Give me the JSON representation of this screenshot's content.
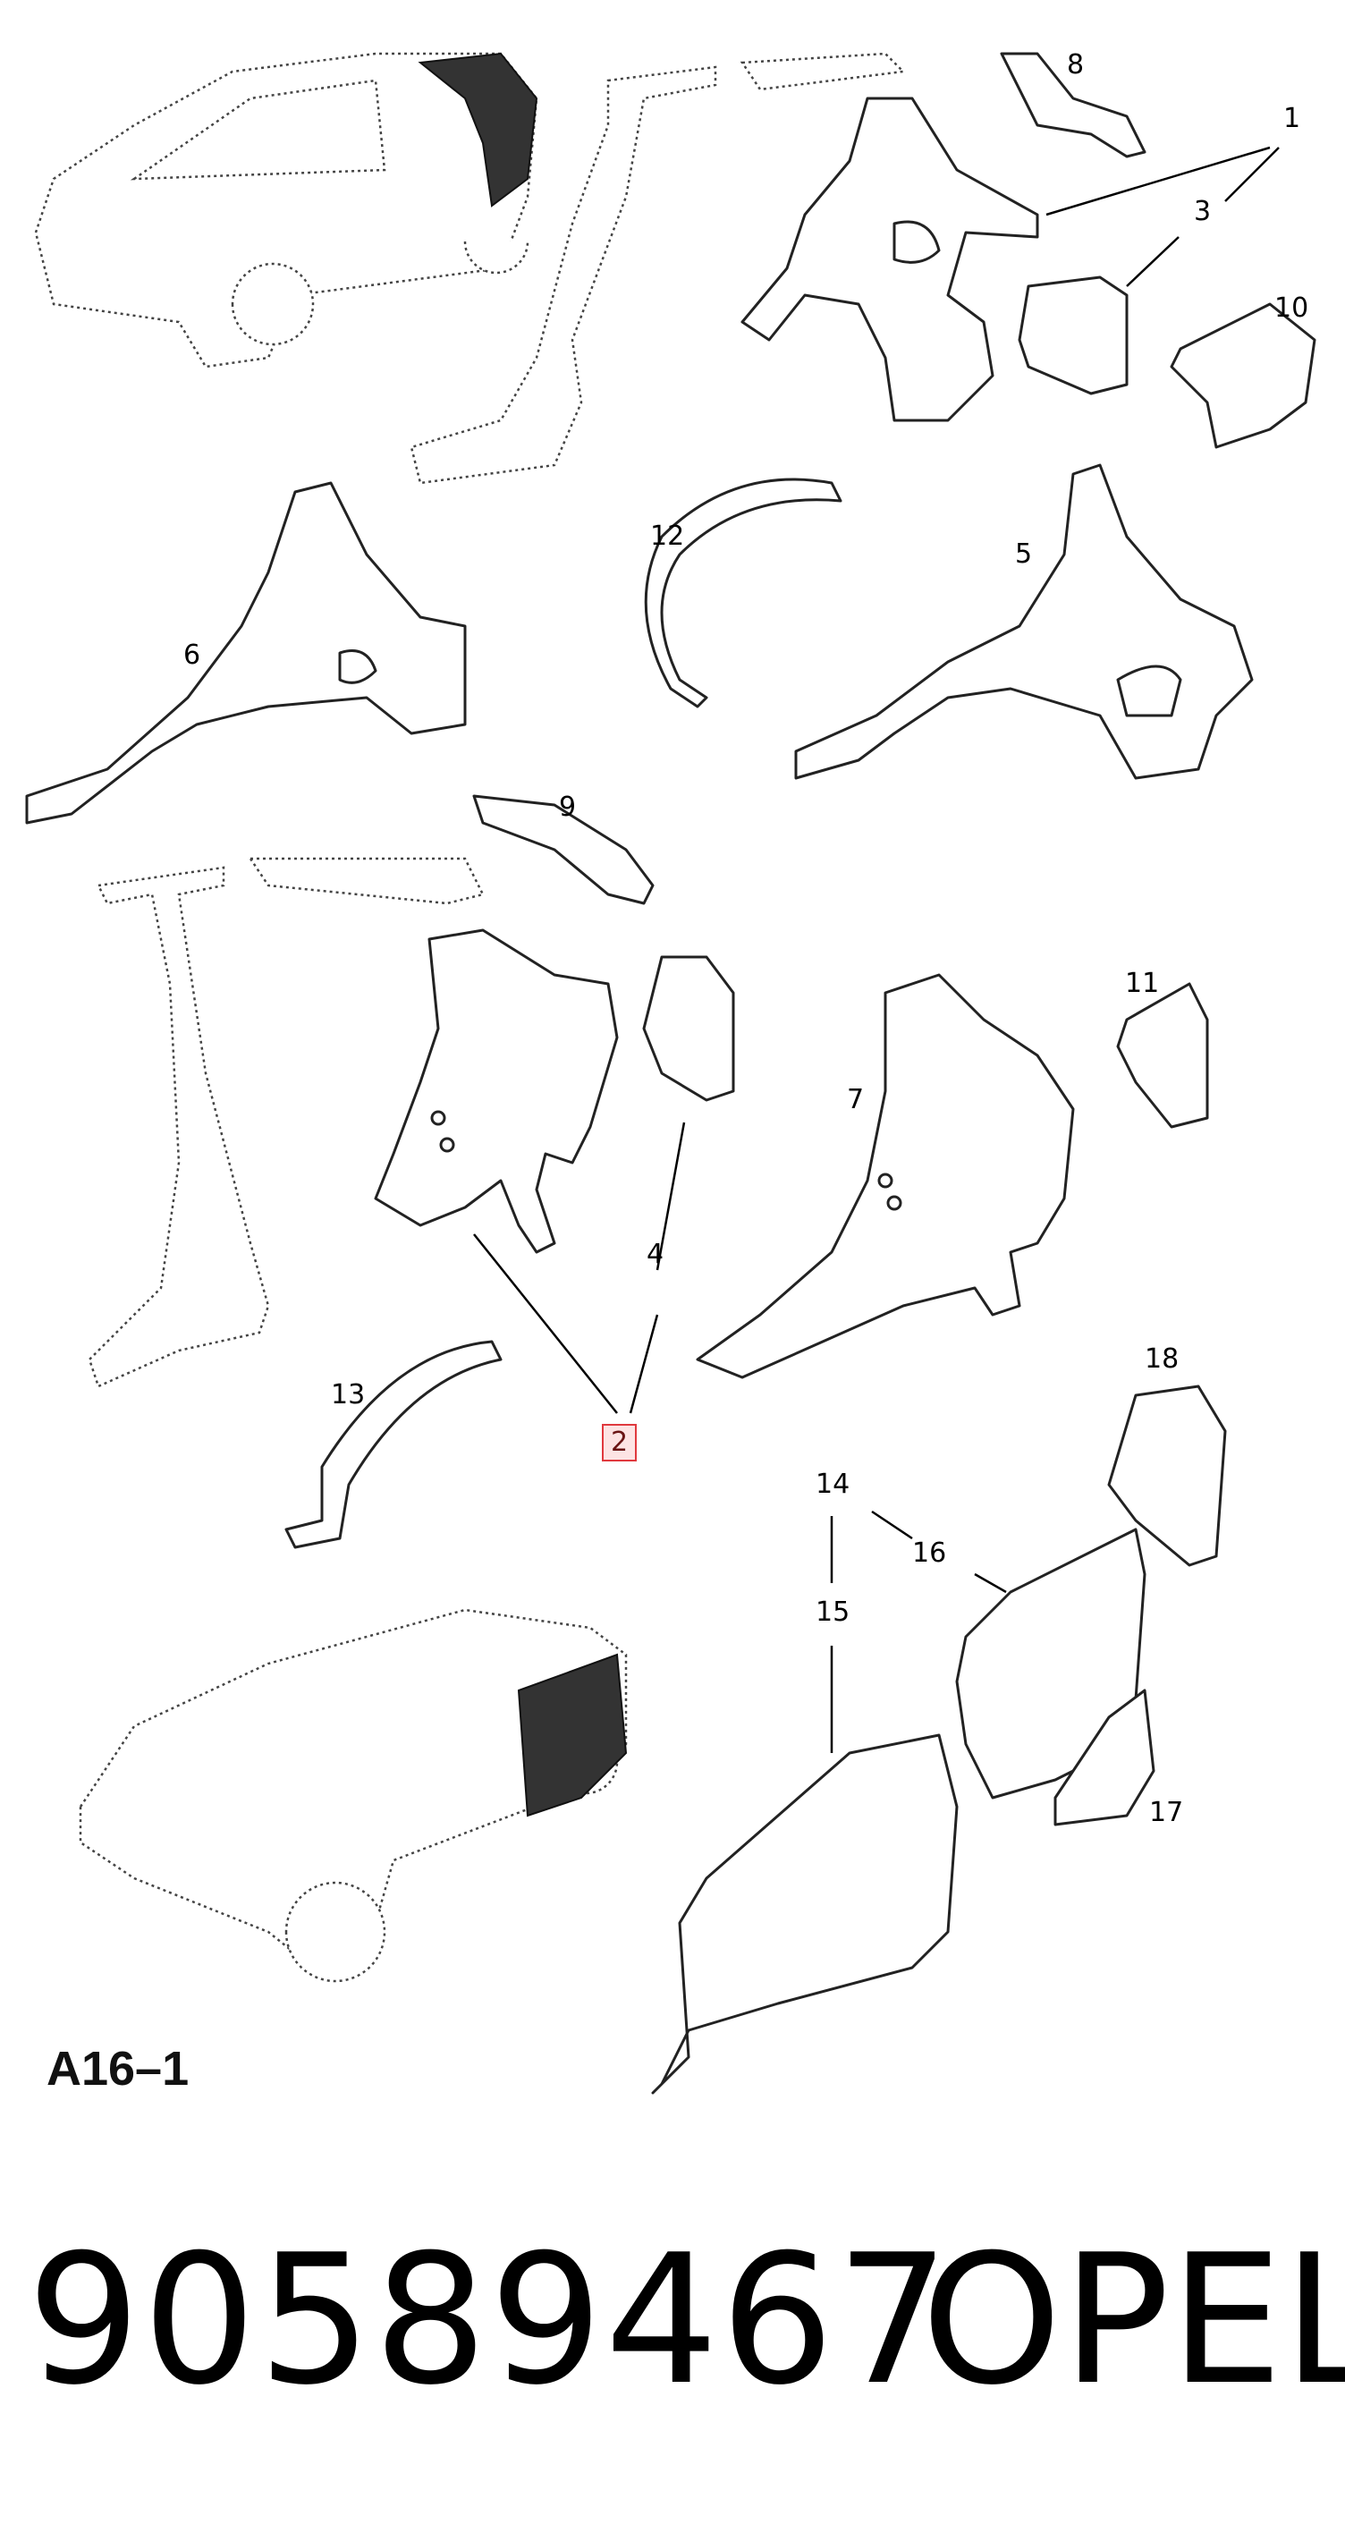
{
  "diagram": {
    "callouts": {
      "c1": "1",
      "c2": "2",
      "c3": "3",
      "c4": "4",
      "c5": "5",
      "c6": "6",
      "c7": "7",
      "c8": "8",
      "c9": "9",
      "c10": "10",
      "c11": "11",
      "c12": "12",
      "c13": "13",
      "c14": "14",
      "c15": "15",
      "c16": "16",
      "c17": "17",
      "c18": "18"
    },
    "highlighted_callout": "2",
    "diagram_code": "A16–1"
  },
  "footer": {
    "part_number": "90589467",
    "brand": "OPEL"
  }
}
